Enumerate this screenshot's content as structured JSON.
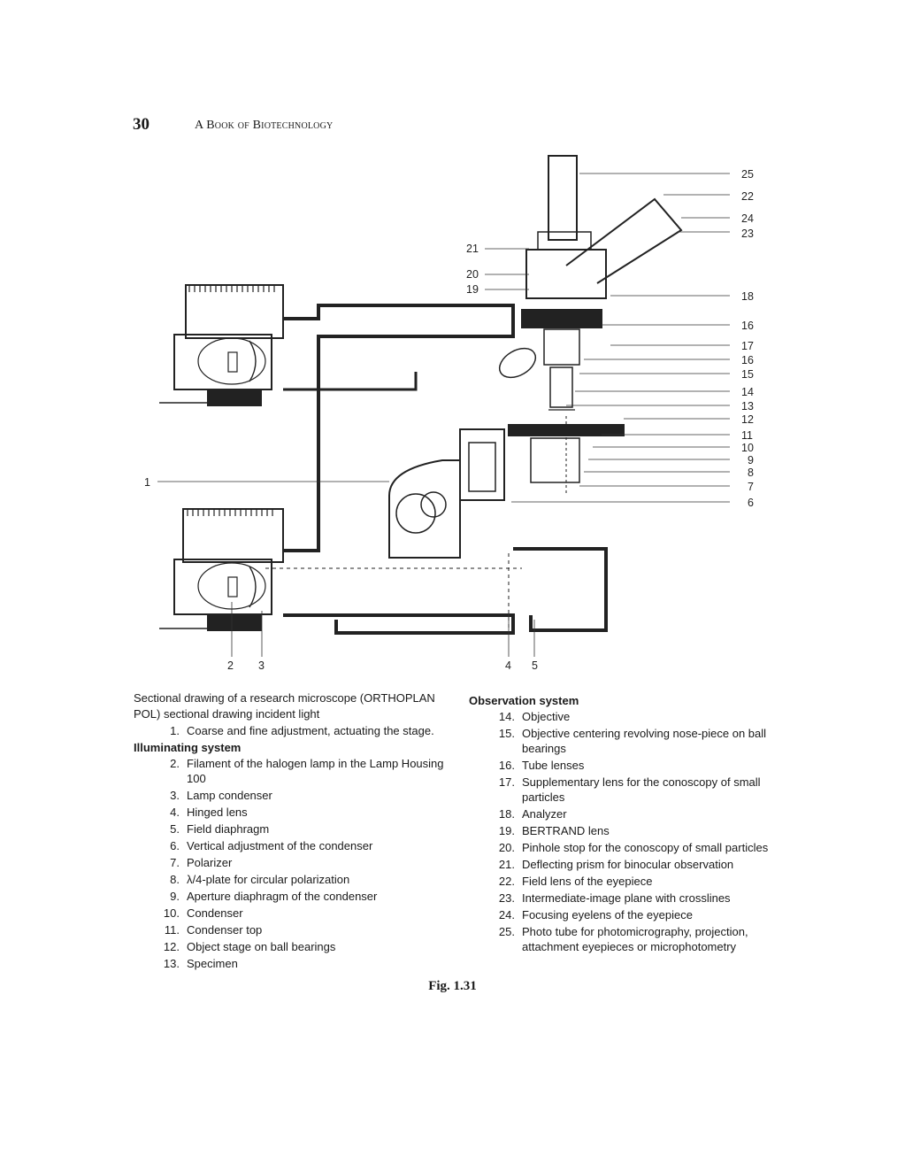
{
  "header": {
    "page_number": "30",
    "running_title": "A Book of Biotechnology"
  },
  "figure": {
    "callouts_right": [
      "25",
      "22",
      "24",
      "23",
      "18",
      "16",
      "17",
      "16",
      "15",
      "14",
      "13",
      "12",
      "11",
      "10",
      "9",
      "8",
      "7",
      "6"
    ],
    "callouts_left": [
      "21",
      "20",
      "19"
    ],
    "callout_side": "1",
    "callouts_bottom": [
      "2",
      "3",
      "4",
      "5"
    ]
  },
  "caption": {
    "intro": "Sectional drawing of a research microscope (ORTHOPLAN POL) sectional drawing incident light",
    "item1": {
      "num": "1.",
      "text": "Coarse and fine adjustment, actuating the stage."
    },
    "illuminating_heading": "Illuminating system",
    "illuminating_items": [
      {
        "num": "2.",
        "text": "Filament of the halogen lamp in the Lamp Housing 100"
      },
      {
        "num": "3.",
        "text": "Lamp condenser"
      },
      {
        "num": "4.",
        "text": "Hinged lens"
      },
      {
        "num": "5.",
        "text": "Field diaphragm"
      },
      {
        "num": "6.",
        "text": "Vertical adjustment of the condenser"
      },
      {
        "num": "7.",
        "text": "Polarizer"
      },
      {
        "num": "8.",
        "text": "λ/4-plate for circular polarization"
      },
      {
        "num": "9.",
        "text": "Aperture diaphragm of the condenser"
      },
      {
        "num": "10.",
        "text": "Condenser"
      },
      {
        "num": "11.",
        "text": "Condenser top"
      },
      {
        "num": "12.",
        "text": "Object stage on ball bearings"
      },
      {
        "num": "13.",
        "text": "Specimen"
      }
    ],
    "observation_heading": "Observation system",
    "observation_items": [
      {
        "num": "14.",
        "text": "Objective"
      },
      {
        "num": "15.",
        "text": "Objective centering revolving nose-piece on ball bearings"
      },
      {
        "num": "16.",
        "text": "Tube lenses"
      },
      {
        "num": "17.",
        "text": "Supplementary lens for the conoscopy of small particles"
      },
      {
        "num": "18.",
        "text": "Analyzer"
      },
      {
        "num": "19.",
        "text": "BERTRAND lens"
      },
      {
        "num": "20.",
        "text": "Pinhole stop for the conoscopy of small particles"
      },
      {
        "num": "21.",
        "text": "Deflecting prism for binocular observation"
      },
      {
        "num": "22.",
        "text": "Field lens of the eyepiece"
      },
      {
        "num": "23.",
        "text": "Intermediate-image plane with crosslines"
      },
      {
        "num": "24.",
        "text": "Focusing eyelens of the eyepiece"
      },
      {
        "num": "25.",
        "text": "Photo tube for photomicrography, projection, attachment eyepieces or microphotometry"
      }
    ],
    "fig_label": "Fig. 1.31"
  }
}
